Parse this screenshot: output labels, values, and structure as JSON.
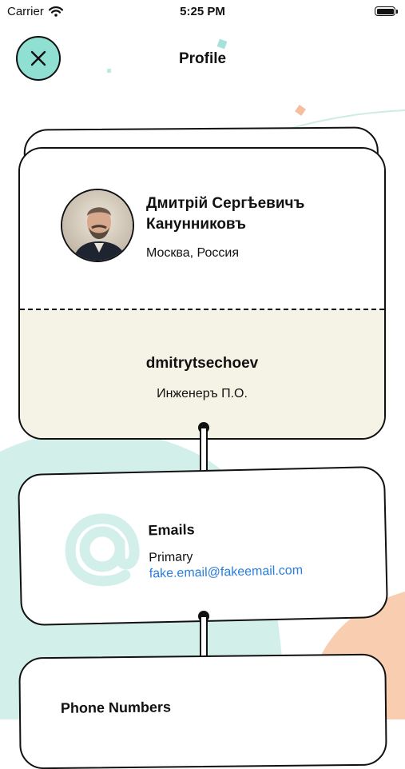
{
  "status_bar": {
    "carrier": "Carrier",
    "time": "5:25 PM",
    "icons": [
      "wifi-icon",
      "battery-icon"
    ]
  },
  "nav": {
    "title": "Profile",
    "close_icon": "close-icon"
  },
  "profile": {
    "name_line1": "Дмитрій Сергѣевичъ",
    "name_line2": "Канунниковъ",
    "location": "Москва, Россия",
    "username": "dmitrytsechoev",
    "role": "Инженеръ П.О."
  },
  "emails": {
    "title": "Emails",
    "icon": "at-sign-icon",
    "items": [
      {
        "label": "Primary",
        "value": "fake.email@fakeemail.com"
      }
    ]
  },
  "phones": {
    "title": "Phone Numbers"
  },
  "colors": {
    "accent_teal": "#8fdfd2",
    "soft_teal": "#d3efe9",
    "peach": "#f9cdb0",
    "cream": "#f5f2e6",
    "link_blue": "#2a7fdc"
  }
}
